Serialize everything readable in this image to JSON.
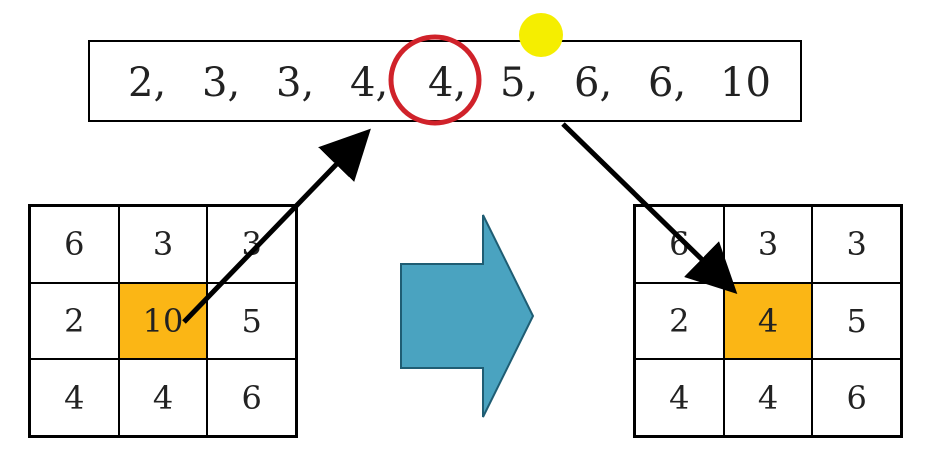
{
  "sequence": {
    "items": [
      "2,",
      "3,",
      "3,",
      "4,",
      "4,",
      "5,",
      "6,",
      "6,",
      "10"
    ]
  },
  "input_grid": {
    "cells": [
      "6",
      "3",
      "3",
      "2",
      "10",
      "5",
      "4",
      "4",
      "6"
    ]
  },
  "output_grid": {
    "cells": [
      "6",
      "3",
      "3",
      "2",
      "4",
      "5",
      "4",
      "4",
      "6"
    ]
  },
  "colors": {
    "highlight": "#FBB615",
    "transform_arrow": "#4AA3C0",
    "median_circle": "#D0222A",
    "dot": "#F5EE00"
  }
}
